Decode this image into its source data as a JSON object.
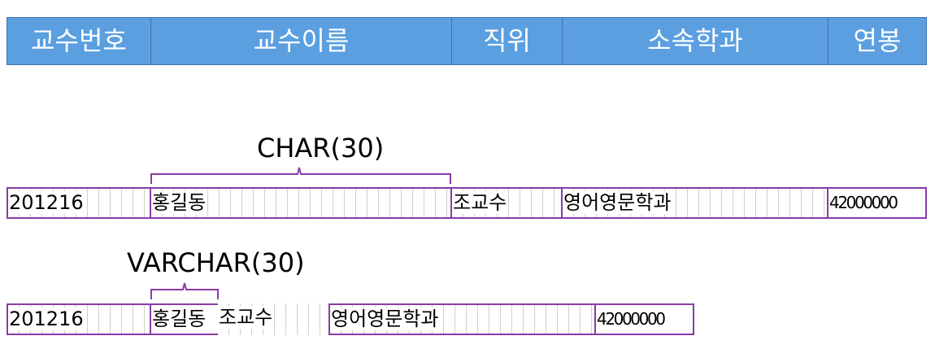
{
  "header": {
    "cells": [
      "교수번호",
      "교수이름",
      "직위",
      "소속학과",
      "연봉"
    ]
  },
  "char_row": {
    "label": "CHAR(30)",
    "cells": [
      "201216",
      "홍길동",
      "조교수",
      "영어영문학과",
      "42000000"
    ]
  },
  "varchar_row": {
    "label": "VARCHAR(30)",
    "cells": [
      "201216",
      "홍길동",
      "조교수",
      "영어영문학과",
      "42000000"
    ]
  },
  "colors": {
    "header_fill": "#5b9fe0",
    "header_text": "#ffffff",
    "cell_border": "#8a3ba8",
    "brace": "#8a3ba8"
  }
}
